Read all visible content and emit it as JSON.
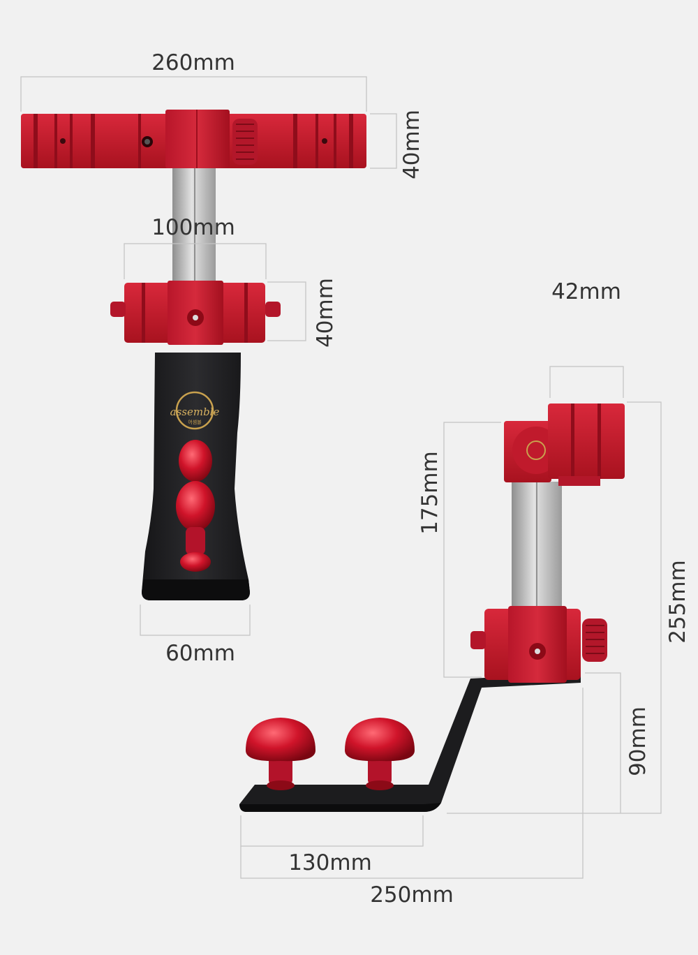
{
  "brand": {
    "logo_text": "assemble",
    "logo_subtext": "어셈블"
  },
  "colors": {
    "background": "#f1f1f1",
    "body_red": "#c11a2c",
    "base_black": "#1c1c1e",
    "steel": "#bcbcbc",
    "gold": "#c9a14e"
  },
  "dimensions": {
    "top_width": "260mm",
    "top_height": "40mm",
    "clamp_width": "100mm",
    "clamp_height": "40mm",
    "base_width": "60mm",
    "side_head_depth": "42mm",
    "side_pole_height": "175mm",
    "side_total_height": "255mm",
    "side_base_height": "90mm",
    "side_foot_length": "130mm",
    "side_total_length": "250mm"
  }
}
